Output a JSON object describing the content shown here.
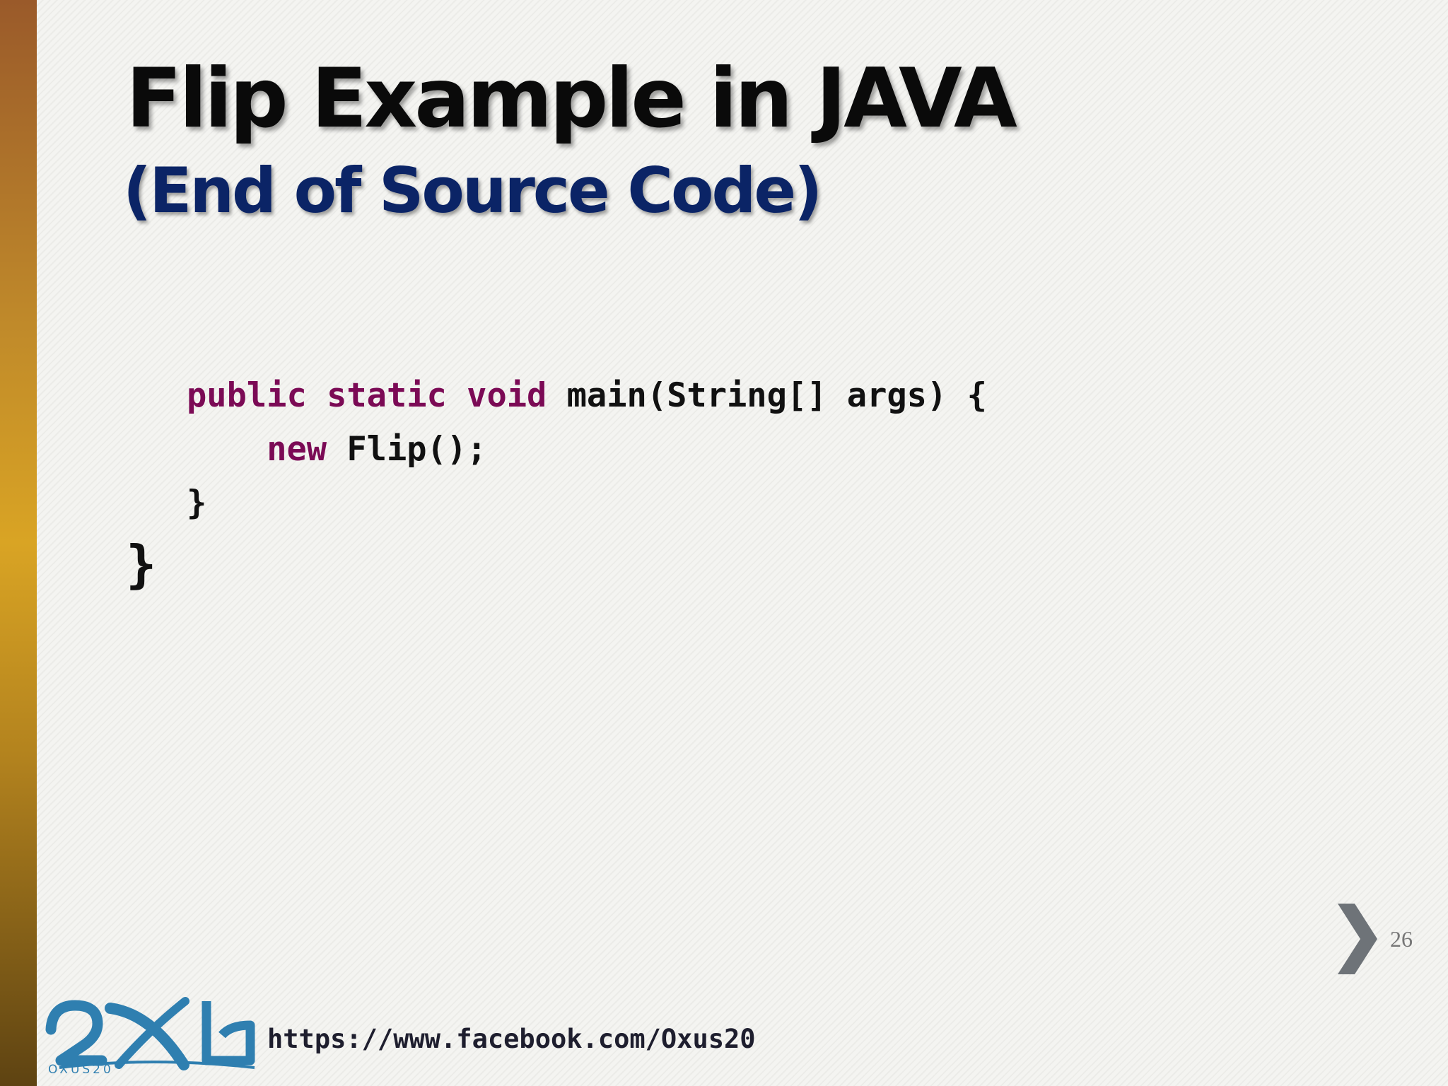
{
  "slide": {
    "title": "Flip Example in JAVA",
    "subtitle": "(End of Source Code)",
    "page_number": "26"
  },
  "code": {
    "line1": {
      "kw1": "public",
      "kw2": "static",
      "kw3": "void",
      "rest": "main(String[] args) {"
    },
    "line2": {
      "kw": "new",
      "rest": "Flip();"
    },
    "line3": {
      "rest": "}"
    },
    "closing_brace": "}"
  },
  "footer": {
    "logo_text": "OXUS20",
    "url": "https://www.facebook.com/Oxus20"
  },
  "colors": {
    "accent_bar": "#c08a2a",
    "title": "#0a0a0a",
    "subtitle": "#0b2466",
    "keyword": "#7b0a55",
    "logo": "#2f7fb0"
  },
  "icons": [
    "chevron-right-icon",
    "oxus20-logo"
  ]
}
